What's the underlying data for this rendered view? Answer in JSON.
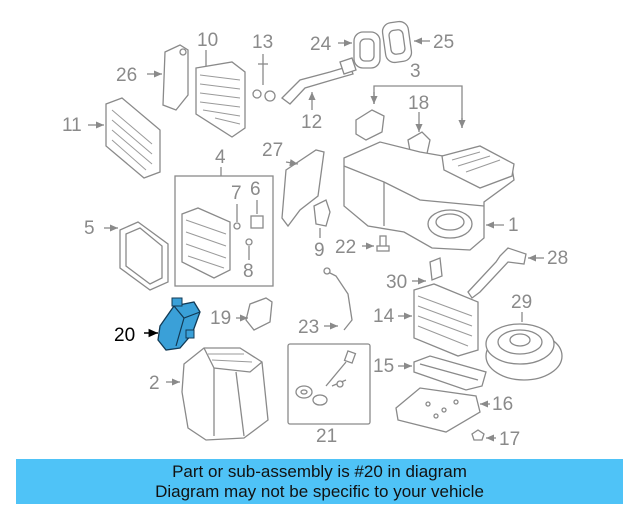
{
  "diagram": {
    "callouts": {
      "c1": "1",
      "c2": "2",
      "c3": "3",
      "c4": "4",
      "c5": "5",
      "c6": "6",
      "c7": "7",
      "c8": "8",
      "c9": "9",
      "c10": "10",
      "c11": "11",
      "c12": "12",
      "c13": "13",
      "c14": "14",
      "c15": "15",
      "c16": "16",
      "c17": "17",
      "c18": "18",
      "c19": "19",
      "c20": "20",
      "c21": "21",
      "c22": "22",
      "c23": "23",
      "c24": "24",
      "c25": "25",
      "c26": "26",
      "c27": "27",
      "c28": "28",
      "c29": "29",
      "c30": "30"
    },
    "highlight_color": "#3aa0d8"
  },
  "caption": {
    "line1": "Part or sub-assembly is #20 in diagram",
    "line2": "Diagram may not be specific to your vehicle",
    "background": "#4fc3f7"
  }
}
